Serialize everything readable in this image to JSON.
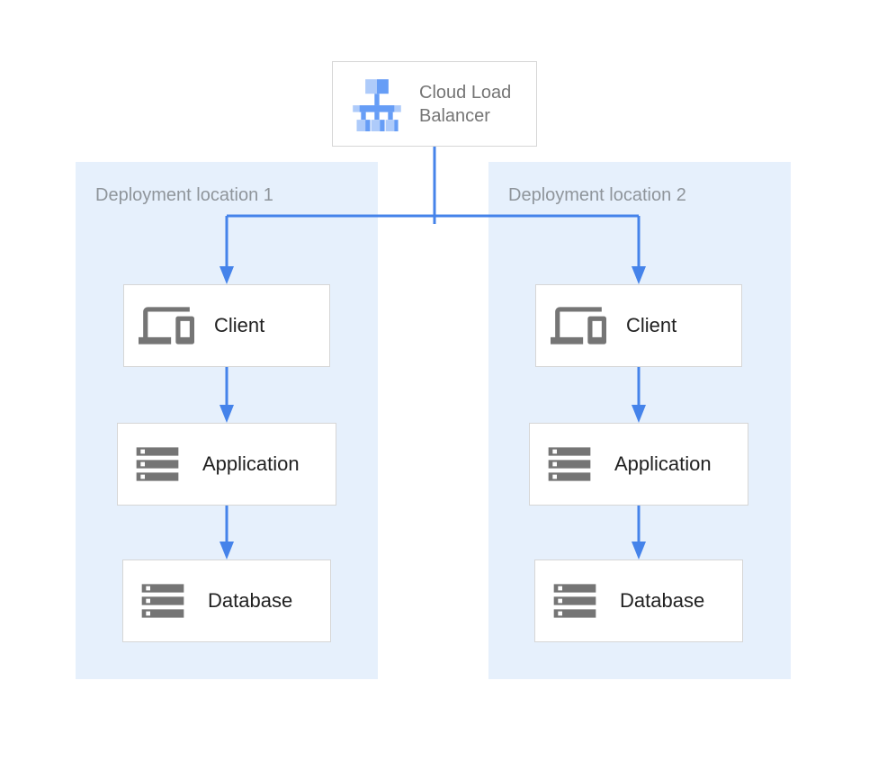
{
  "theme": {
    "arrow": "#4583ea",
    "region-bg": "#e6f0fc",
    "box-bg": "#ffffff",
    "box-border": "#d6d6d6",
    "icon-gray": "#757575",
    "node-label": "#212121",
    "lb-label": "#757575",
    "region-label": "#8f959b",
    "lb-light": "#aecbfa",
    "lb-medium": "#669df6"
  },
  "load_balancer": {
    "label": "Cloud Load Balancer",
    "icon": "load-balancer-icon"
  },
  "regions": [
    {
      "label": "Deployment location 1",
      "nodes": [
        {
          "label": "Client",
          "icon": "devices-icon"
        },
        {
          "label": "Application",
          "icon": "server-stack-icon"
        },
        {
          "label": "Database",
          "icon": "server-stack-icon"
        }
      ]
    },
    {
      "label": "Deployment location 2",
      "nodes": [
        {
          "label": "Client",
          "icon": "devices-icon"
        },
        {
          "label": "Application",
          "icon": "server-stack-icon"
        },
        {
          "label": "Database",
          "icon": "server-stack-icon"
        }
      ]
    }
  ],
  "connections": [
    {
      "from": "cloud-load-balancer",
      "to": "region-1-client"
    },
    {
      "from": "cloud-load-balancer",
      "to": "region-2-client"
    },
    {
      "from": "region-1-client",
      "to": "region-1-application"
    },
    {
      "from": "region-1-application",
      "to": "region-1-database"
    },
    {
      "from": "region-2-client",
      "to": "region-2-application"
    },
    {
      "from": "region-2-application",
      "to": "region-2-database"
    }
  ]
}
